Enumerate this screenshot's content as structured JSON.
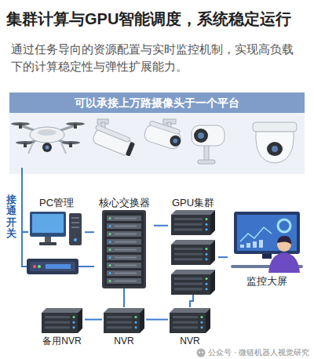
{
  "diagram": {
    "title": "集群计算与GPU智能调度，系统稳定运行",
    "nodes": [
      {
        "text": [
          "可以承接上万路摄像头于一个平台"
        ]
      },
      {
        "text": [
          "PC管理"
        ]
      },
      {
        "text": [
          "核心交换器"
        ]
      },
      {
        "text": [
          "GPU集群"
        ]
      },
      {
        "text": [
          "监控大屏"
        ]
      },
      {
        "text": [
          "备用NVR"
        ]
      },
      {
        "text": [
          "NVR"
        ]
      },
      {
        "text": [
          "NVR"
        ]
      }
    ],
    "edges": [
      {
        "from": 1,
        "to": 2,
        "arrow": "none"
      },
      {
        "from": 2,
        "to": 3,
        "arrow": "none"
      },
      {
        "from": 3,
        "to": 4,
        "arrow": "none"
      },
      {
        "from": 2,
        "to": 6,
        "arrow": "none"
      },
      {
        "from": 5,
        "to": 6,
        "arrow": "none"
      },
      {
        "from": 6,
        "to": 7,
        "arrow": "none"
      },
      {
        "from": 3,
        "to": 7,
        "arrow": "none"
      }
    ],
    "labels": [
      "通过任务导向的资源配置与实时监控机制，实现高负载下的计算稳定性与弹性扩展能力。",
      "接通开关",
      "公众号 · 微链机器人视觉研究"
    ]
  }
}
